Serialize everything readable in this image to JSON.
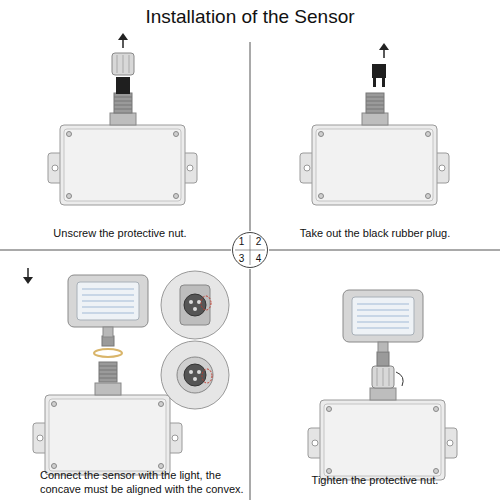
{
  "diagram": {
    "title": "Installation of the Sensor",
    "nodes": [
      {
        "text": [
          "1",
          "2",
          "3",
          "4"
        ]
      }
    ],
    "labels": [
      "Unscrew the protective nut.",
      "Take out the black rubber plug.",
      "Connect the sensor with the light, the concave must be aligned with the convex.",
      "Tighten the protective nut."
    ]
  }
}
